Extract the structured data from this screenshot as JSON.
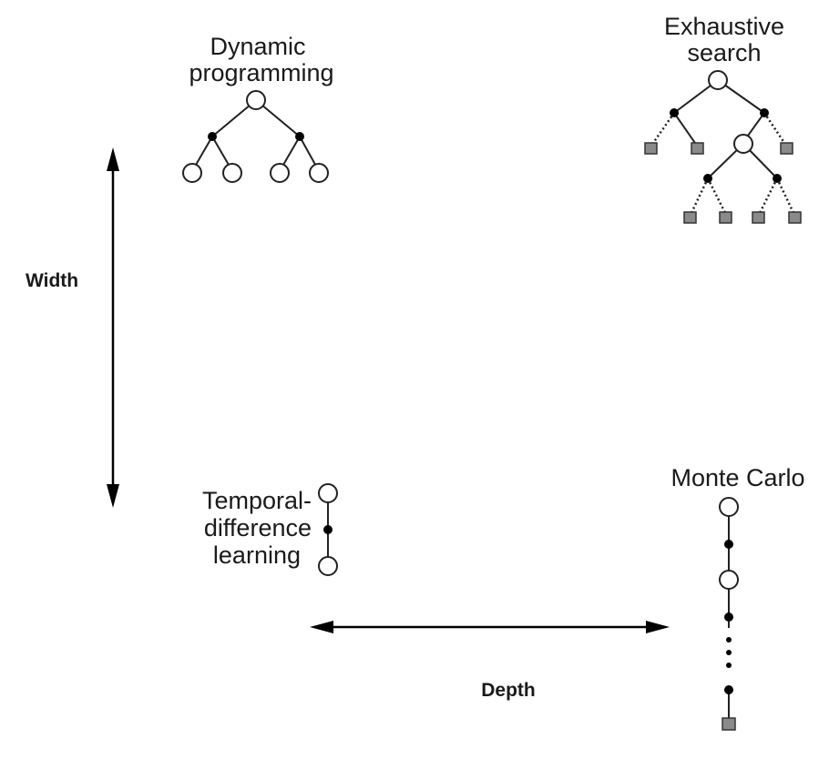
{
  "labels": {
    "dynamic_programming": [
      "Dynamic",
      "programming"
    ],
    "exhaustive_search": [
      "Exhaustive",
      "search"
    ],
    "temporal_difference": [
      "Temporal-",
      "difference",
      "learning"
    ],
    "monte_carlo": "Monte Carlo",
    "width_axis": "Width",
    "depth_axis": "Depth"
  }
}
